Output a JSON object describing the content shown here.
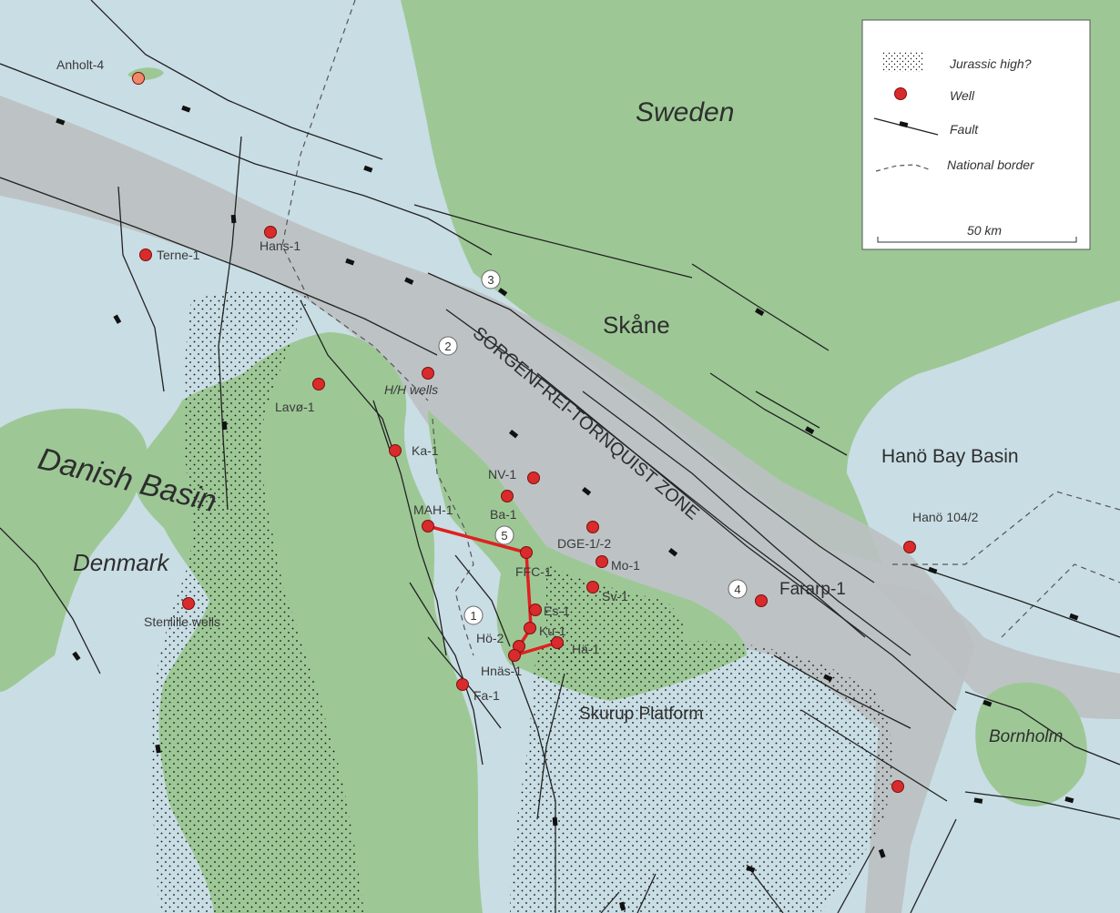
{
  "region_labels": {
    "sweden": "Sweden",
    "skane": "Skåne",
    "danish_basin": "Danish Basin",
    "denmark": "Denmark",
    "hano_bay_basin": "Hanö Bay Basin",
    "skurup_platform": "Skurup Platform",
    "bornholm": "Bornholm",
    "stz": "SORGENFREI-TORNQUIST ZONE",
    "fararp": "Fararp-1"
  },
  "wells": {
    "anholt": "Anholt-4",
    "terne": "Terne-1",
    "hans": "Hans-1",
    "lavo": "Lavø-1",
    "hh": "H/H wells",
    "ka": "Ka-1",
    "nv": "NV-1",
    "ba": "Ba-1",
    "mah": "MAH-1",
    "dge": "DGE-1/-2",
    "ffc": "FFC-1",
    "mo": "Mo-1",
    "sv": "Sv-1",
    "es": "Es-1",
    "ku": "Ku-1",
    "ha": "Hä-1",
    "ho": "Hö-2",
    "hnas": "Hnäs-1",
    "fa": "Fa-1",
    "stenlille": "Stenlille wells",
    "hano": "Hanö 104/2"
  },
  "markers": [
    "1",
    "2",
    "3",
    "4",
    "5"
  ],
  "legend": {
    "jurassic": "Jurassic high?",
    "well": "Well",
    "fault": "Fault",
    "border": "National border",
    "scale": "50 km"
  },
  "colors": {
    "sea": "#c9dde4",
    "land": "#9dc896",
    "zone": "#bcc0c2",
    "well": "#d92b2b",
    "profile": "#e02020",
    "stipple": "#111111"
  }
}
